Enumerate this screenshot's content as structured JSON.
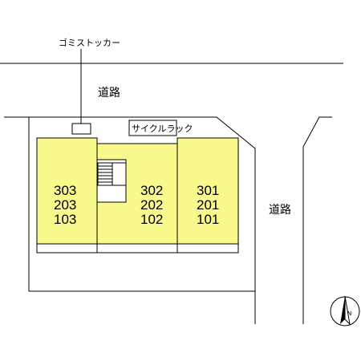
{
  "labels": {
    "garbage_station": "ゴミストッカー",
    "road_top": "道路",
    "road_right": "道路",
    "bicycle_rack": "サイクルラック",
    "north_symbol": "N"
  },
  "units": {
    "left": [
      "303",
      "203",
      "103"
    ],
    "center": [
      "302",
      "202",
      "102"
    ],
    "right": [
      "301",
      "201",
      "101"
    ]
  },
  "colors": {
    "building_fill": "#fafa8c",
    "outline": "#000000",
    "background": "#ffffff"
  }
}
